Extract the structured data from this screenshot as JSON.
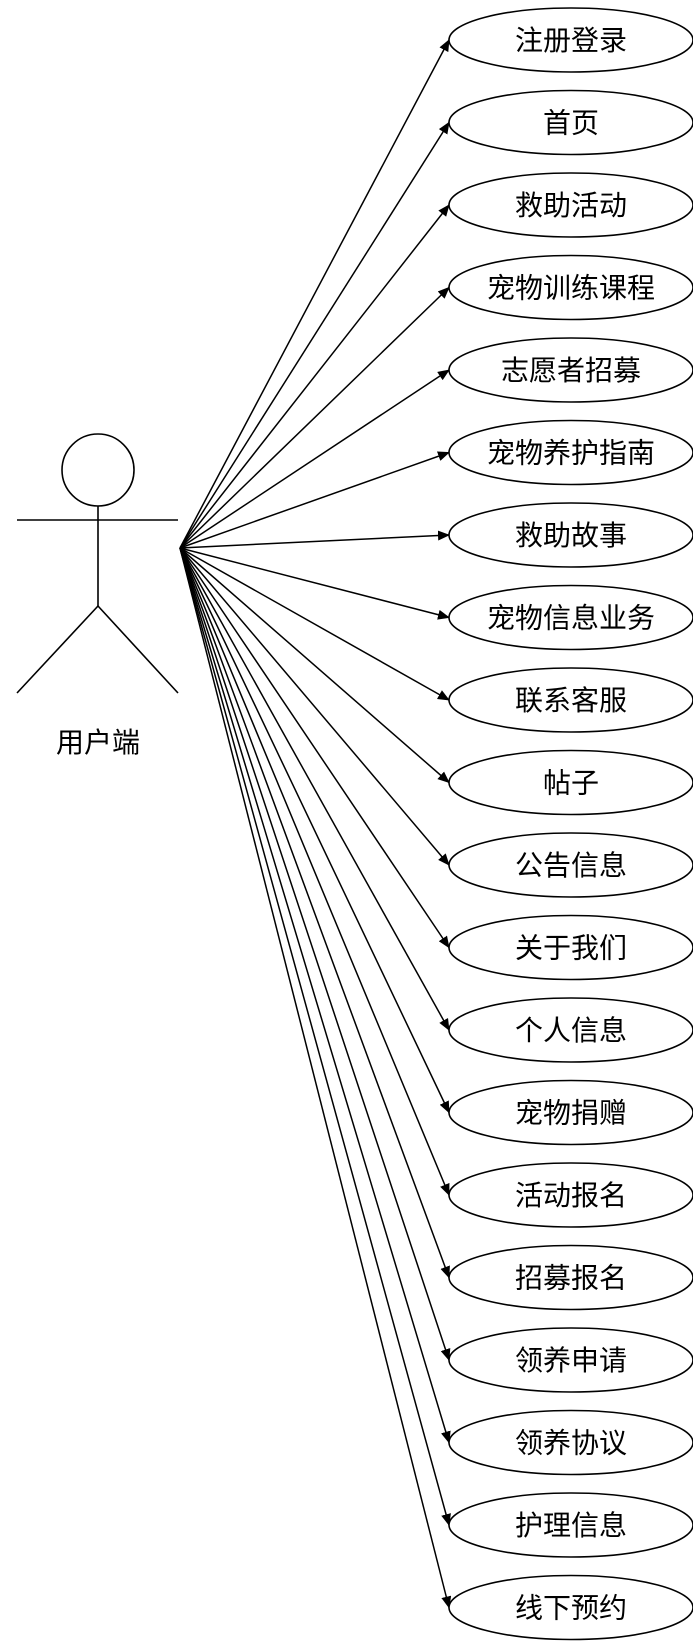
{
  "actor": {
    "label": "用户端"
  },
  "use_cases": [
    "注册登录",
    "首页",
    "救助活动",
    "宠物训练课程",
    "志愿者招募",
    "宠物养护指南",
    "救助故事",
    "宠物信息业务",
    "联系客服",
    "帖子",
    "公告信息",
    "关于我们",
    "个人信息",
    "宠物捐赠",
    "活动报名",
    "招募报名",
    "领养申请",
    "领养协议",
    "护理信息",
    "线下预约"
  ],
  "colors": {
    "stroke": "#000000",
    "background": "#ffffff"
  }
}
